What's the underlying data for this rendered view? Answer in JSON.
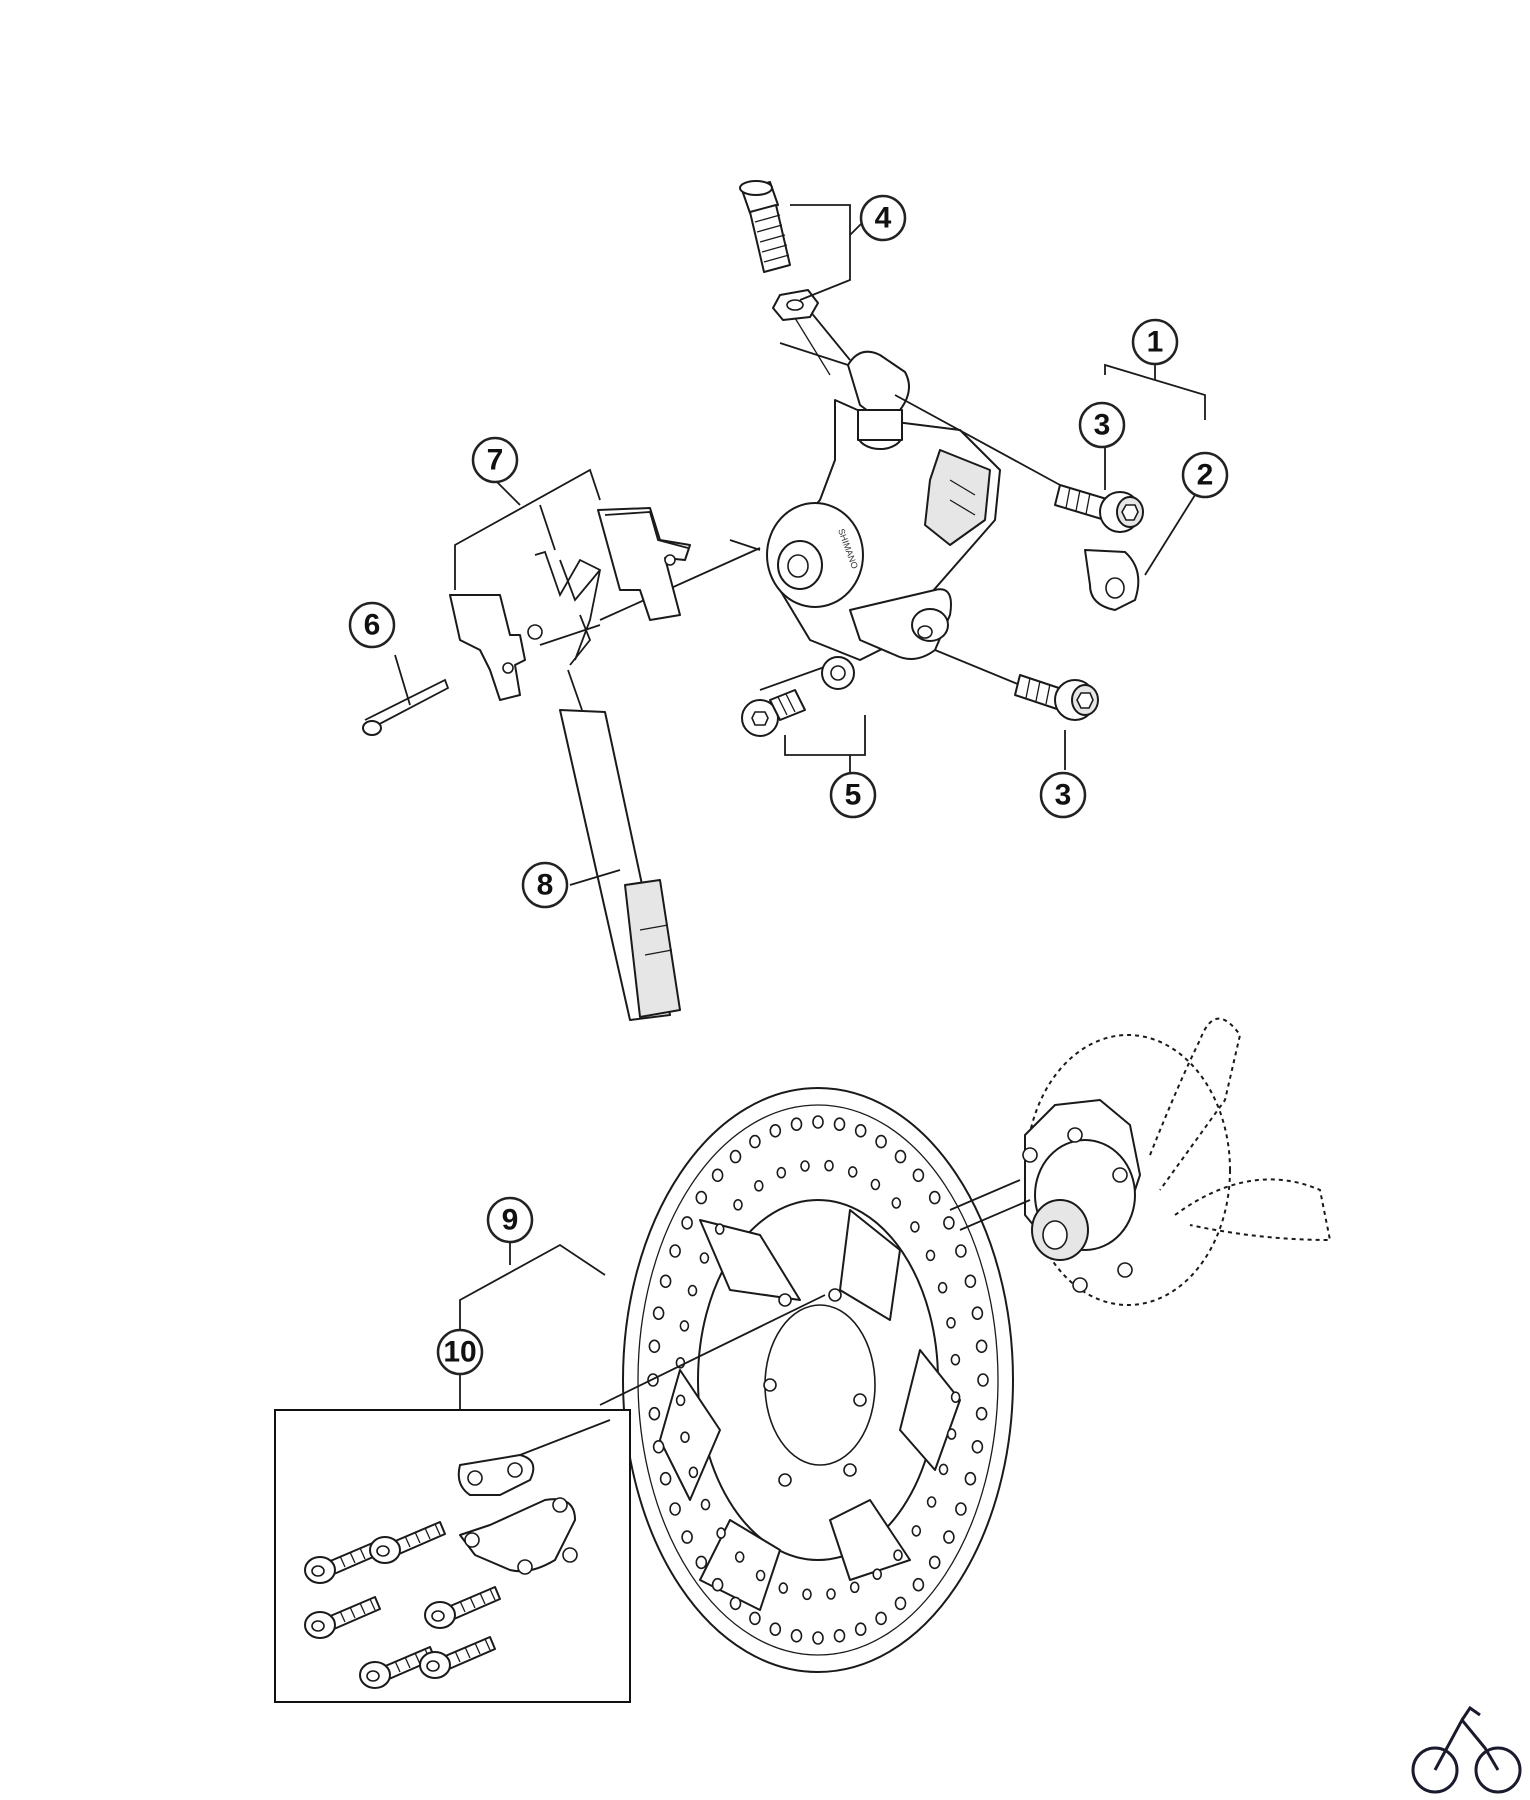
{
  "callouts": {
    "c1": "1",
    "c2": "2",
    "c3a": "3",
    "c3b": "3",
    "c4": "4",
    "c5": "5",
    "c6": "6",
    "c7": "7",
    "c8": "8",
    "c9": "9",
    "c10": "10"
  },
  "caliper_brand": "SHIMANO",
  "icons": {
    "logo": "bicycle-icon"
  }
}
